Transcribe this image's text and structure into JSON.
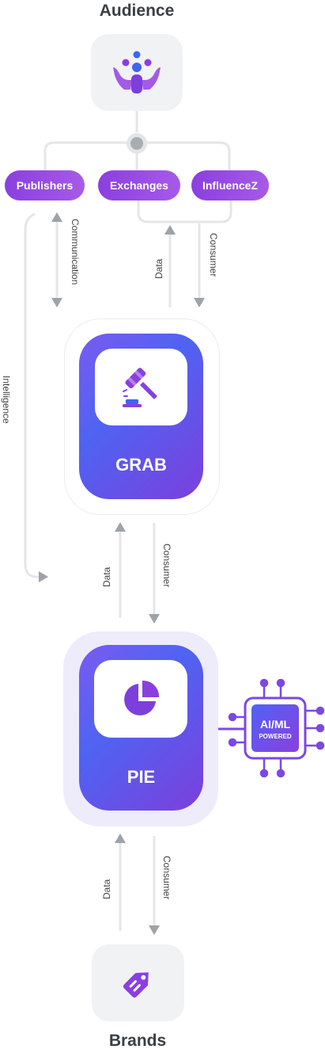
{
  "audience": {
    "title": "Audience",
    "icon": "audience-icon"
  },
  "channels": {
    "publishers": "Publishers",
    "exchanges": "Exchanges",
    "influencez": "InfluenceZ"
  },
  "flows": {
    "communication": "Communication",
    "intelligence": "Intelligence",
    "data_top": "Data",
    "consumer_top": "Consumer",
    "data_mid": "Data",
    "consumer_mid": "Consumer",
    "data_bottom": "Data",
    "consumer_bottom": "Consumer"
  },
  "grab": {
    "label": "GRAB",
    "icon": "gavel-icon"
  },
  "pie": {
    "label": "PIE",
    "icon": "pie-chart-icon"
  },
  "chip": {
    "title": "AI/ML",
    "subtitle": "POWERED",
    "icon": "chip-icon"
  },
  "brands": {
    "title": "Brands",
    "icon": "tag-icon"
  },
  "colors": {
    "purple": "#8a3fe0",
    "blue": "#3f64f2",
    "line": "#e4e6e8",
    "arrow": "#9da3a8",
    "card": "#f1f2f3"
  }
}
